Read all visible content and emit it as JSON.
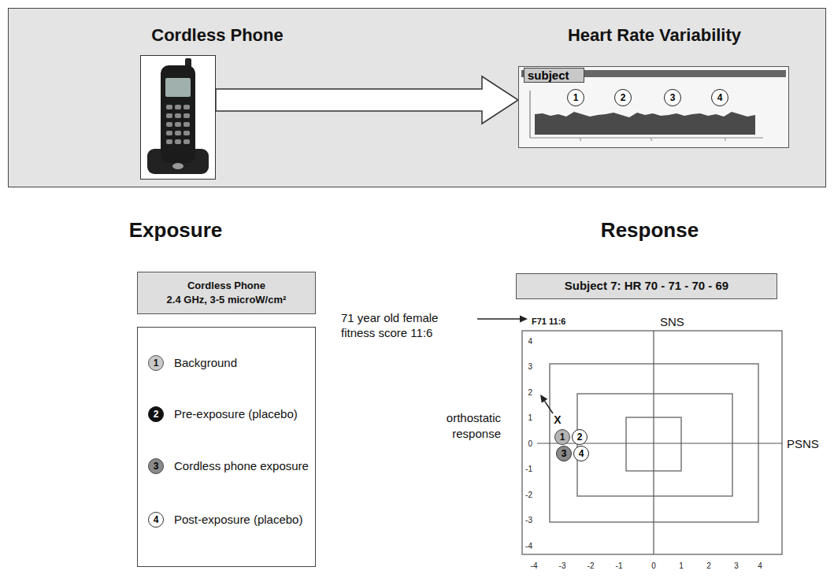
{
  "diagram": {
    "nodes": [
      {
        "text": [
          "Cordless Phone"
        ]
      },
      {
        "text": [
          "Heart Rate Variability",
          "subject"
        ]
      },
      {
        "text": [
          "1"
        ],
        "in": 1
      },
      {
        "text": [
          "2"
        ],
        "in": 1
      },
      {
        "text": [
          "3"
        ],
        "in": 1
      },
      {
        "text": [
          "4"
        ],
        "in": 1
      },
      {
        "text": [
          "Cordless Phone",
          "2.4 GHz, 3-5 microW/cm²"
        ]
      },
      {
        "text": [
          "Background",
          "Pre-exposure (placebo)",
          "Cordless phone exposure",
          "Post-exposure (placebo)"
        ]
      },
      {
        "text": [
          "1"
        ],
        "in": 7
      },
      {
        "text": [
          "2"
        ],
        "in": 7
      },
      {
        "text": [
          "3"
        ],
        "in": 7
      },
      {
        "text": [
          "4"
        ],
        "in": 7
      },
      {
        "text": [
          "Subject 7: HR 70 - 71 - 70 - 69"
        ]
      },
      {
        "text": [
          "1"
        ]
      },
      {
        "text": [
          "2"
        ]
      },
      {
        "text": [
          "3"
        ]
      },
      {
        "text": [
          "4"
        ]
      }
    ],
    "edges": [
      {
        "from": 0,
        "to": 1,
        "arrow": "to"
      }
    ],
    "labels": [
      "Exposure",
      "Response",
      "71 year old female fitness score 11:6",
      "F71 11:6",
      "SNS",
      "PSNS",
      "orthostatic response",
      "X",
      "4",
      "3",
      "2",
      "1",
      "0",
      "-1",
      "-2",
      "-3",
      "-4",
      "-4",
      "-3",
      "-2",
      "-1",
      "0",
      "1",
      "2",
      "3",
      "4"
    ]
  }
}
